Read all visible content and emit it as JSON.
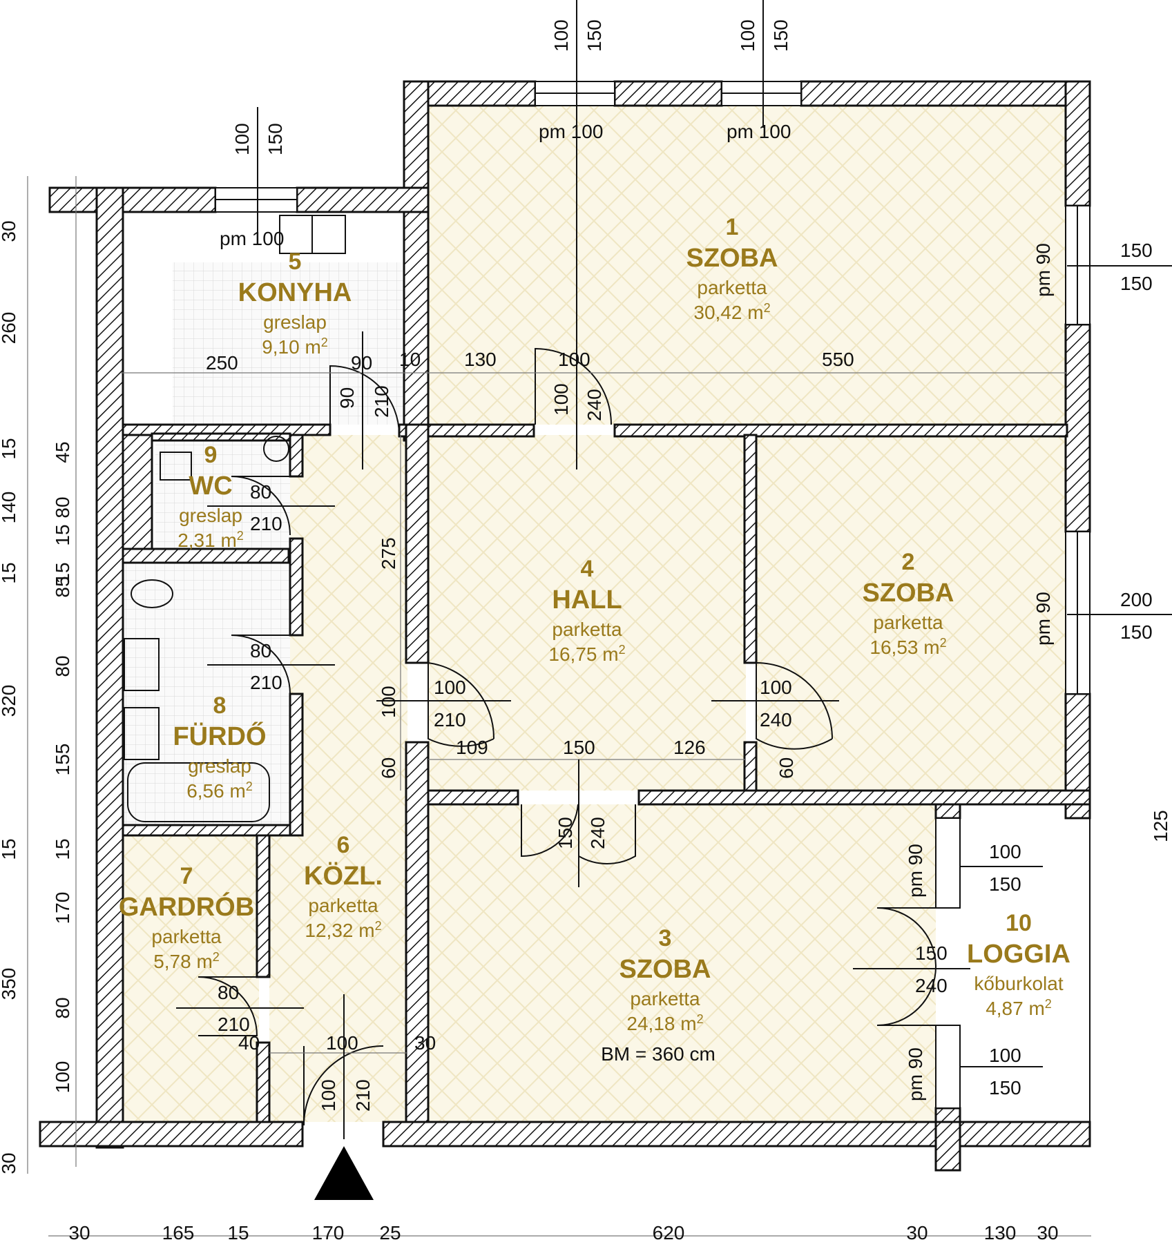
{
  "rooms": [
    {
      "id": "1",
      "number": "1",
      "name": "SZOBA",
      "floor": "parketta",
      "area": "30,42 m",
      "note": ""
    },
    {
      "id": "2",
      "number": "2",
      "name": "SZOBA",
      "floor": "parketta",
      "area": "16,53 m",
      "note": ""
    },
    {
      "id": "3",
      "number": "3",
      "name": "SZOBA",
      "floor": "parketta",
      "area": "24,18 m",
      "note": "BM = 360 cm"
    },
    {
      "id": "4",
      "number": "4",
      "name": "HALL",
      "floor": "parketta",
      "area": "16,75 m",
      "note": ""
    },
    {
      "id": "5",
      "number": "5",
      "name": "KONYHA",
      "floor": "greslap",
      "area": "9,10 m",
      "note": ""
    },
    {
      "id": "6",
      "number": "6",
      "name": "KÖZL.",
      "floor": "parketta",
      "area": "12,32 m",
      "note": ""
    },
    {
      "id": "7",
      "number": "7",
      "name": "GARDRÓB",
      "floor": "parketta",
      "area": "5,78 m",
      "note": ""
    },
    {
      "id": "8",
      "number": "8",
      "name": "FÜRDŐ",
      "floor": "greslap",
      "area": "6,56 m",
      "note": ""
    },
    {
      "id": "9",
      "number": "9",
      "name": "WC",
      "floor": "greslap",
      "area": "2,31 m",
      "note": ""
    },
    {
      "id": "10",
      "number": "10",
      "name": "LOGGIA",
      "floor": "kőburkolat",
      "area": "4,87 m",
      "note": ""
    }
  ],
  "area_unit_sup": "2",
  "bottom_dims": [
    "30",
    "165",
    "15",
    "170",
    "25",
    "620",
    "30",
    "130",
    "30"
  ],
  "left_dims_outer": [
    "30",
    "260",
    "15",
    "140",
    "15",
    "320",
    "15",
    "350",
    "30"
  ],
  "left_dims_inner": [
    "45",
    "80",
    "15",
    "15",
    "85",
    "80",
    "155",
    "15",
    "170",
    "80",
    "100"
  ],
  "window_labels": {
    "w_top1": [
      "100",
      "150",
      "pm 100"
    ],
    "w_top2": [
      "100",
      "150",
      "pm 100"
    ],
    "w_kitchen": [
      "100",
      "150",
      "pm 100"
    ],
    "w_right1": [
      "150",
      "150",
      "pm 90"
    ],
    "w_right2": [
      "200",
      "150",
      "pm 90"
    ],
    "w_loggia1": [
      "100",
      "150",
      "pm 90"
    ],
    "w_loggia2": [
      "100",
      "150",
      "pm 90"
    ]
  },
  "door_labels": {
    "d_kitchen": [
      "90",
      "210",
      "90"
    ],
    "d_room1": [
      "100",
      "240",
      "100"
    ],
    "d_wc": [
      "80",
      "210"
    ],
    "d_bath": [
      "80",
      "210"
    ],
    "d_hall": [
      "100",
      "210",
      "100"
    ],
    "d_room2": [
      "100",
      "240"
    ],
    "d_room3": [
      "150",
      "240"
    ],
    "d_loggia": [
      "150",
      "240"
    ],
    "d_gardrob": [
      "80",
      "210"
    ],
    "d_entry": [
      "100",
      "210",
      "100"
    ]
  },
  "inner_dims": {
    "kitchen_row": [
      "250",
      "10",
      "130",
      "550"
    ],
    "hall_row": [
      "109",
      "150",
      "126"
    ],
    "corridor_v": "275",
    "corridor_v2": "100",
    "corridor_v3": "60",
    "room2_v": "60",
    "entry_row": [
      "40",
      "30"
    ],
    "loggia_side": "125"
  },
  "colors": {
    "label": "#9a7a1c",
    "wall": "#111111"
  }
}
